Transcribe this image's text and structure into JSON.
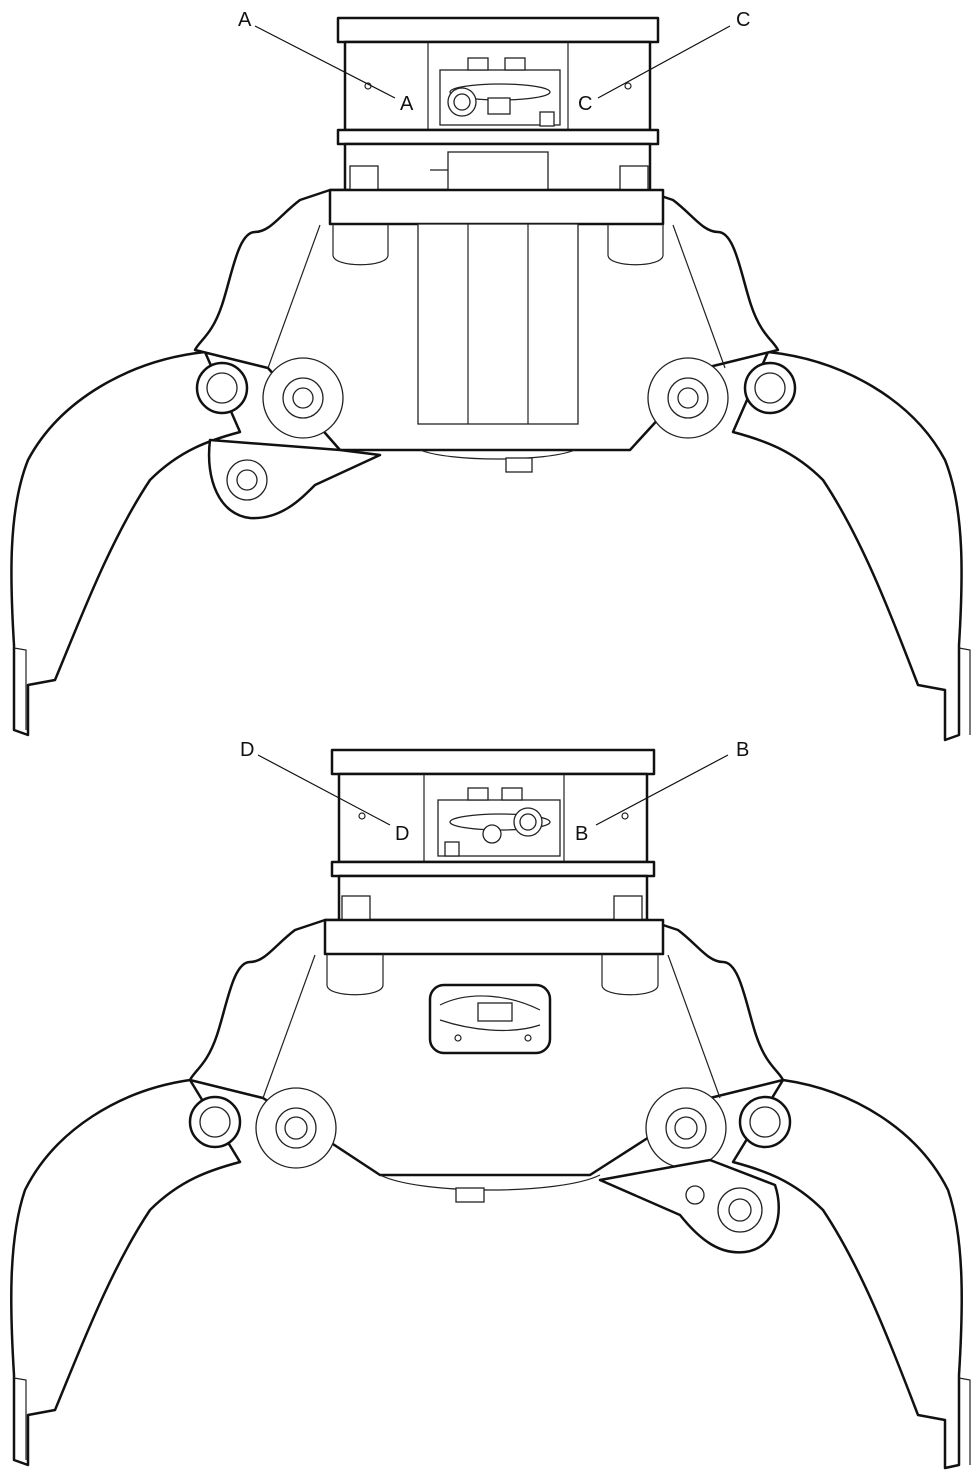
{
  "views": [
    {
      "id": "top-view",
      "labels": [
        {
          "key": "A",
          "text": "A",
          "role": "outer"
        },
        {
          "key": "A",
          "text": "A",
          "role": "inner"
        },
        {
          "key": "C",
          "text": "C",
          "role": "outer"
        },
        {
          "key": "C",
          "text": "C",
          "role": "inner"
        }
      ]
    },
    {
      "id": "bottom-view",
      "labels": [
        {
          "key": "D",
          "text": "D",
          "role": "outer"
        },
        {
          "key": "D",
          "text": "D",
          "role": "inner"
        },
        {
          "key": "B",
          "text": "B",
          "role": "outer"
        },
        {
          "key": "B",
          "text": "B",
          "role": "inner"
        }
      ]
    }
  ],
  "colors": {
    "line": "#111111",
    "background": "#ffffff"
  }
}
